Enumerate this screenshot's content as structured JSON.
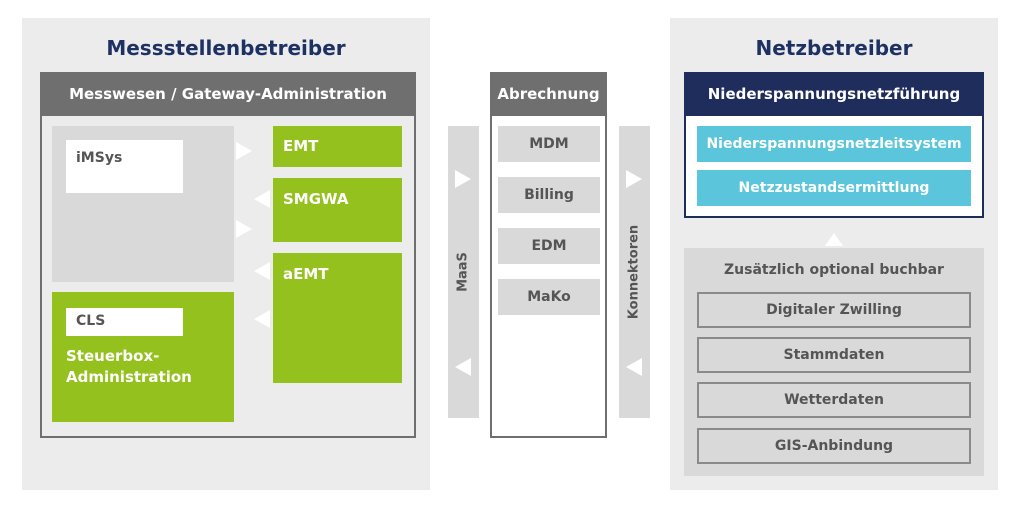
{
  "left_panel": {
    "title": "Messstellenbetreiber",
    "frame_header": "Messwesen / Gateway-Administration",
    "imsys": "iMSys",
    "cls_label": "CLS",
    "steuerbox": "Steuerbox-\nAdministration",
    "emt": "EMT",
    "smgwa": "SMGWA",
    "aemt": "aEMT"
  },
  "maas": "MaaS",
  "abrechnung": {
    "header": "Abrechnung",
    "items": [
      "MDM",
      "Billing",
      "EDM",
      "MaKo"
    ]
  },
  "konnektoren": "Konnektoren",
  "right_panel": {
    "title": "Netzbetreiber",
    "frame_header": "Niederspannungsnetzführung",
    "items": [
      "Niederspannungsnetzleitsystem",
      "Netzzustandsermittlung"
    ],
    "optional_title": "Zusätzlich optional buchbar",
    "optional_items": [
      "Digitaler Zwilling",
      "Stammdaten",
      "Wetterdaten",
      "GIS-Anbindung"
    ]
  },
  "colors": {
    "green": "#95c11f",
    "navy": "#1f2d5c",
    "cyan": "#5bc5dc",
    "dark_grey_header": "#706f6f",
    "title_blue": "#1e3163"
  }
}
